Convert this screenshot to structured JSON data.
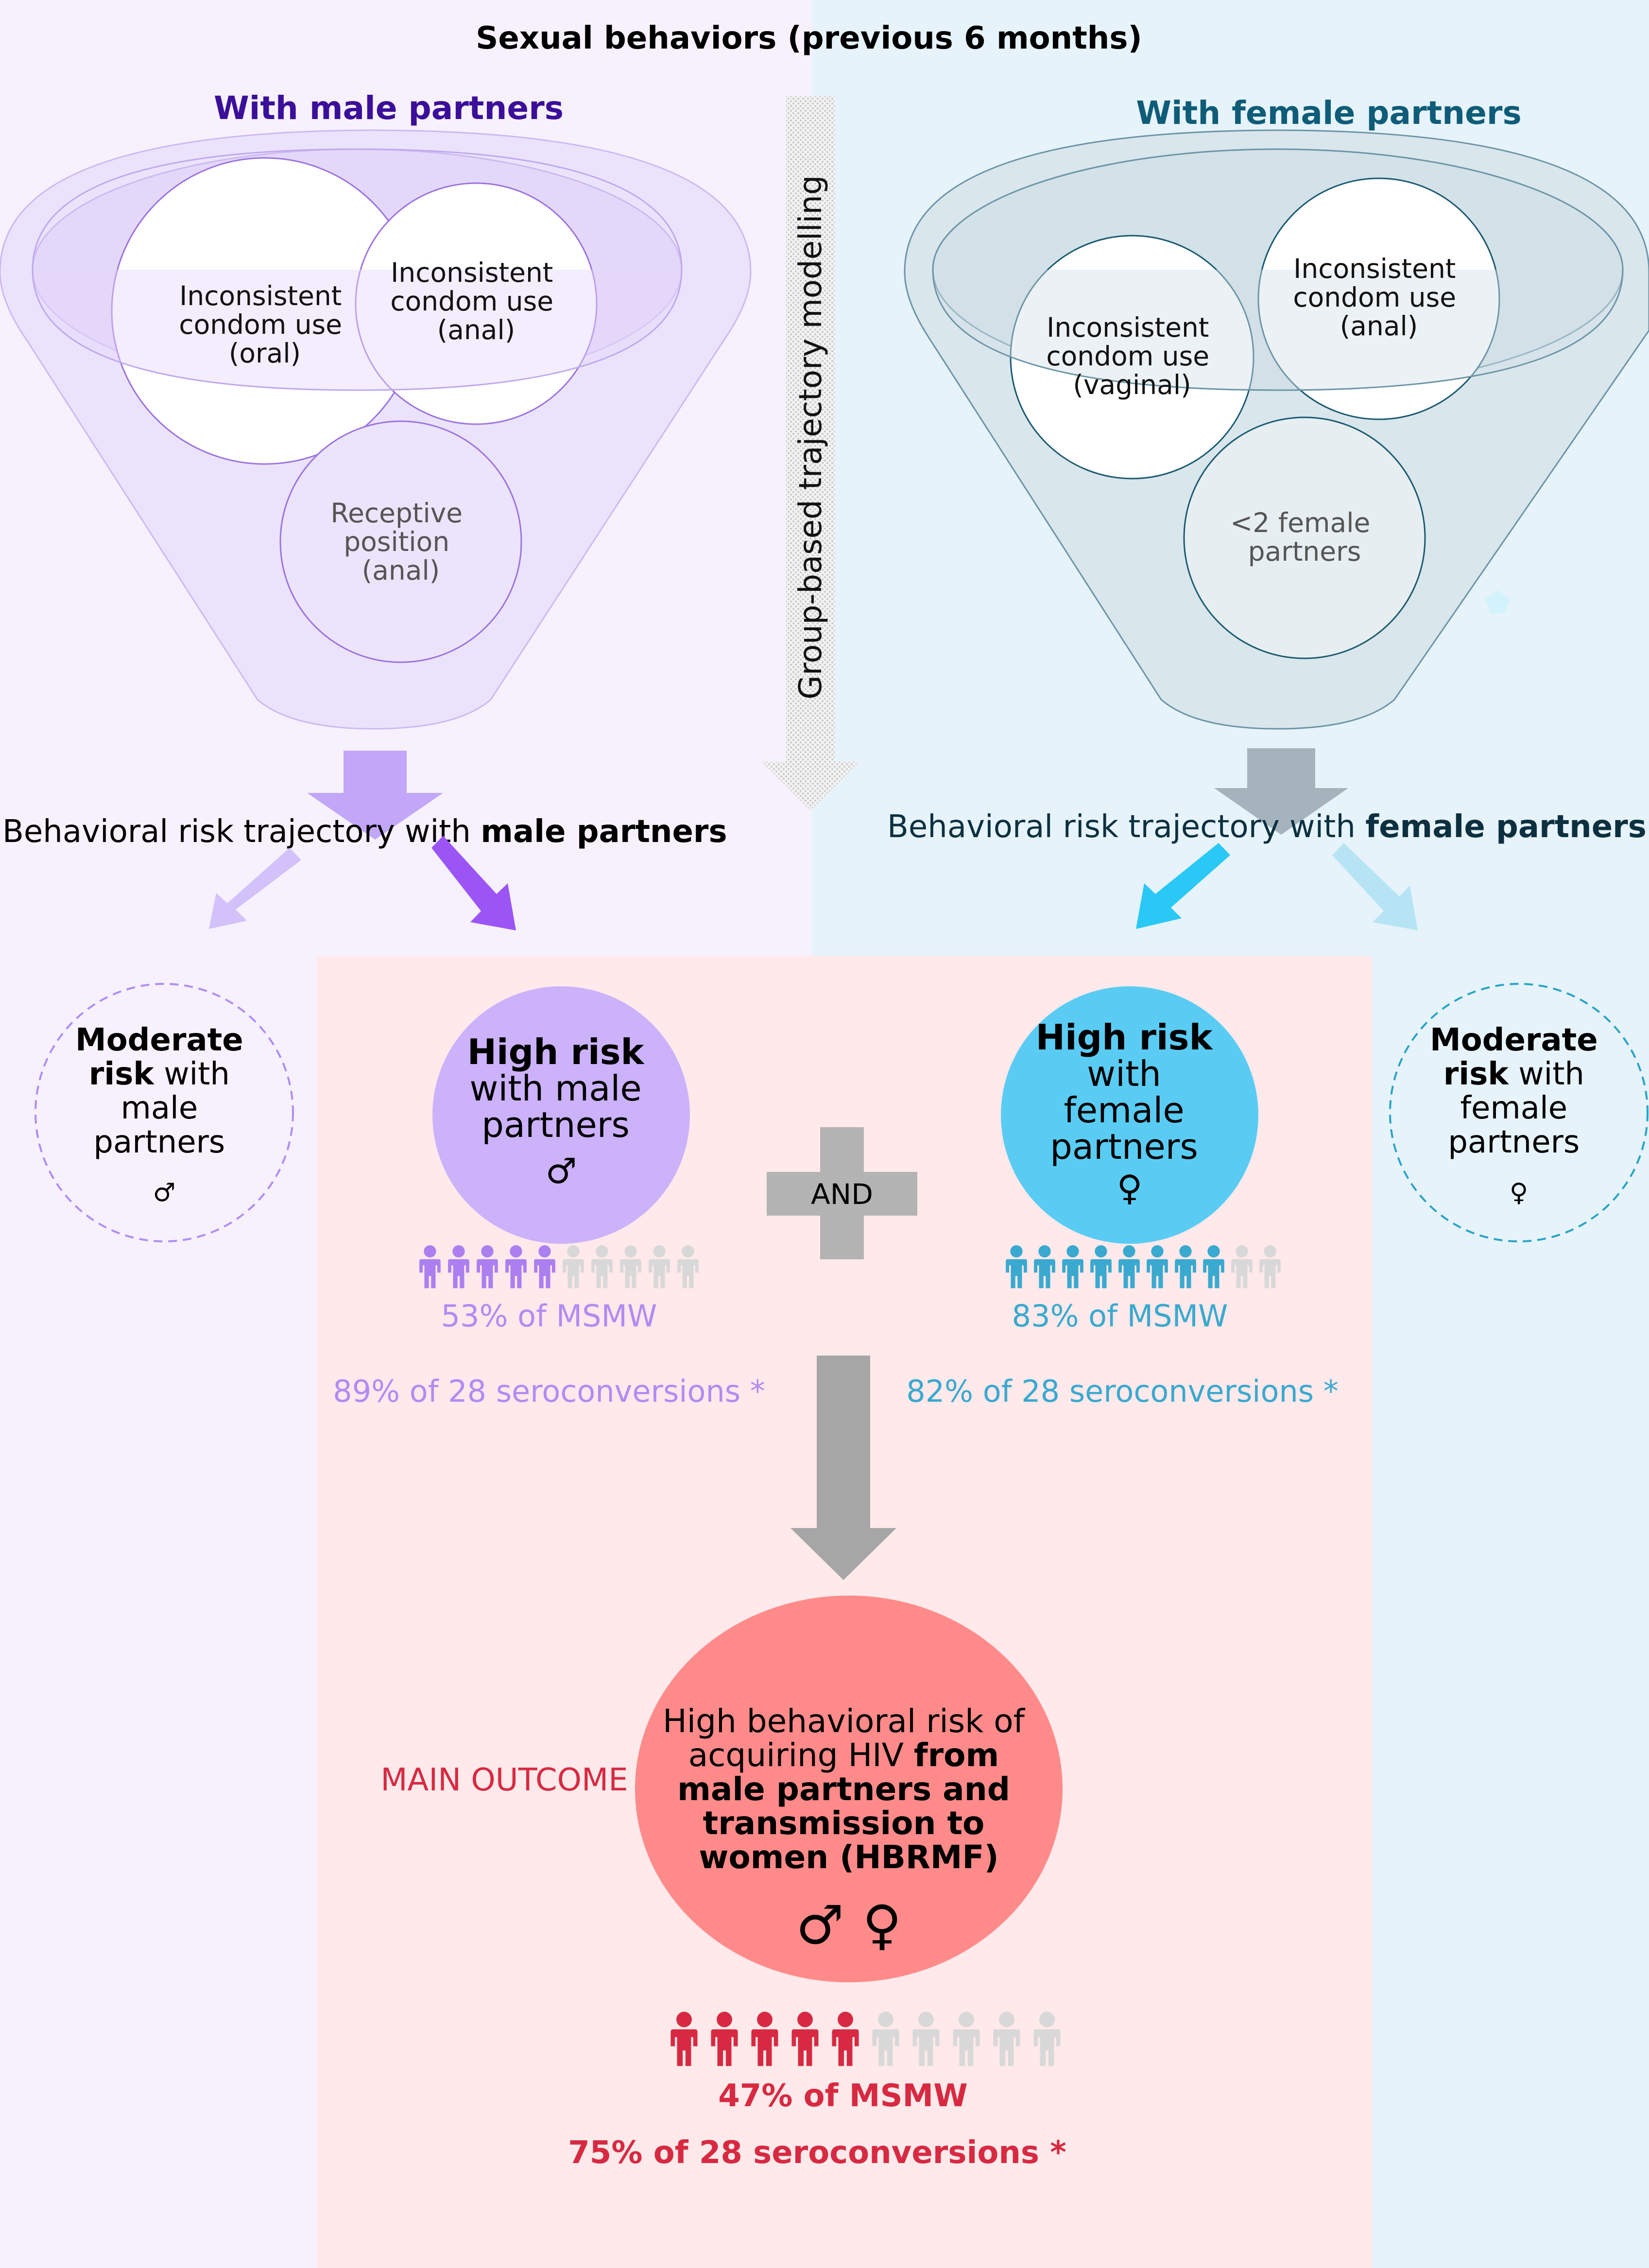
{
  "title": "Sexual behaviors (previous 6 months)",
  "male_side": {
    "heading": "With male partners",
    "circles": [
      {
        "lines": [
          "Inconsistent",
          "condom use",
          "(oral)"
        ]
      },
      {
        "lines": [
          "Inconsistent",
          "condom use",
          "(anal)"
        ]
      },
      {
        "lines": [
          "Receptive",
          "position",
          "(anal)"
        ]
      }
    ],
    "trajectory_prefix": "Behavioral risk trajectory with ",
    "trajectory_bold": "male partners",
    "moderate": {
      "bold1": "Moderate",
      "bold2": "risk",
      "rest2": " with",
      "line3": "male",
      "line4": "partners",
      "symbol": "♂"
    },
    "high": {
      "bold": "High risk",
      "line2": "with male",
      "line3": "partners",
      "symbol": "♂"
    },
    "people_filled": 5,
    "people_total": 10,
    "pct_msmw": "53% of MSMW",
    "pct_sero": "89% of 28 seroconversions *"
  },
  "female_side": {
    "heading": "With female partners",
    "circles": [
      {
        "lines": [
          "Inconsistent",
          "condom use",
          "(vaginal)"
        ]
      },
      {
        "lines": [
          "Inconsistent",
          "condom use",
          "(anal)"
        ]
      },
      {
        "lines": [
          "<2 female",
          "partners"
        ]
      }
    ],
    "trajectory_prefix": "Behavioral risk trajectory with ",
    "trajectory_bold": "female partners",
    "moderate": {
      "bold1": "Moderate",
      "bold2": "risk",
      "rest2": " with",
      "line3": "female",
      "line4": "partners",
      "symbol": "♀"
    },
    "high": {
      "bold": "High risk",
      "line2": "with",
      "line3": "female",
      "line4": "partners",
      "symbol": "♀"
    },
    "people_filled": 8,
    "people_total": 10,
    "pct_msmw": "83% of MSMW",
    "pct_sero": "82% of 28 seroconversions *"
  },
  "modelling_label": "Group-based trajectory modelling",
  "and_label": "AND",
  "outcome": {
    "main_label": "MAIN OUTCOME",
    "line1": "High behavioral risk of",
    "line2_plain": "acquiring HIV ",
    "line2_bold": "from",
    "line3": "male partners and",
    "line4": "transmission to",
    "line5": "women (HBRMF)",
    "symbols": "♂ ♀",
    "people_filled": 5,
    "people_total": 10,
    "pct_msmw": "47% of MSMW",
    "pct_sero": "75% of 28 seroconversions *"
  },
  "colors": {
    "male_bg": "#f6f1fd",
    "female_bg": "#e6f3fa",
    "outcome_bg": "#ffe9ea",
    "male_accent": "#9b55f5",
    "female_accent": "#29c8f5",
    "outcome_accent": "#ff8a8a",
    "inactive_person": "#d8d8d8"
  }
}
